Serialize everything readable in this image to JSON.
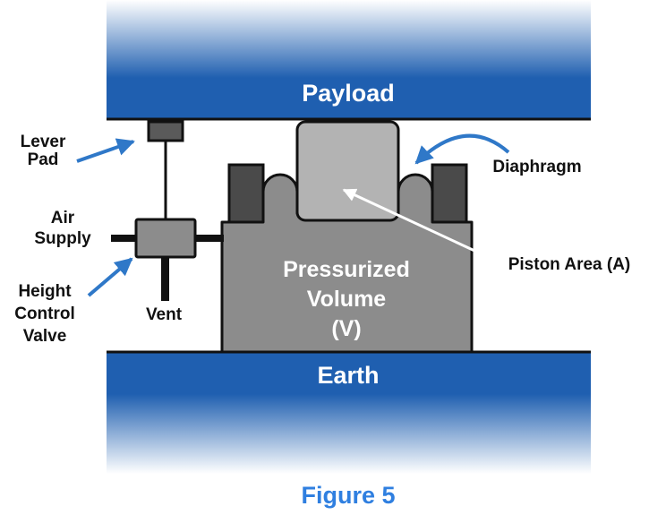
{
  "colors": {
    "blue_dark": "#1f5fb0",
    "blue_light": "#ffffff",
    "gray_body": "#8c8c8c",
    "gray_piston": "#b3b3b3",
    "gray_dark": "#4a4a4a",
    "arrow_blue": "#2f78c8",
    "caption_blue": "#2f7fe0"
  },
  "payload": "Payload",
  "earth": "Earth",
  "pressurized": [
    "Pressurized",
    "Volume",
    "(V)"
  ],
  "labels": {
    "lever_pad": [
      "Lever",
      "Pad"
    ],
    "air_supply": [
      "Air",
      "Supply"
    ],
    "height_control_valve": [
      "Height",
      "Control",
      "Valve"
    ],
    "vent": "Vent",
    "diaphragm": "Diaphragm",
    "piston_area": "Piston Area (A)"
  },
  "caption": "Figure 5"
}
